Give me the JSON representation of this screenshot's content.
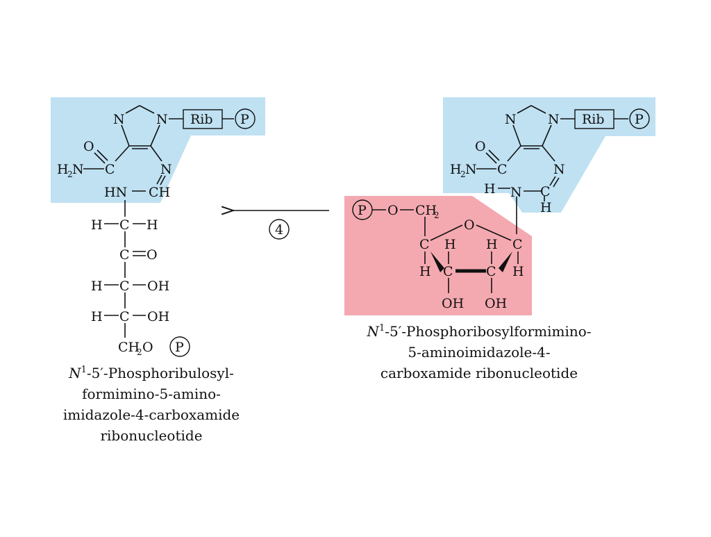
{
  "colors": {
    "imidazole_highlight": "#bfe1f2",
    "ribose_highlight": "#f4a9b0",
    "ink": "#111111"
  },
  "reaction": {
    "step_label": "4"
  },
  "left": {
    "ring": {
      "n3": "N",
      "n1": "N",
      "rib": "Rib",
      "p": "P"
    },
    "amide": {
      "o": "O",
      "h2n_h": "H",
      "h2n_sub": "2",
      "h2n_n": "N",
      "c": "C"
    },
    "imine": {
      "n": "N",
      "hn": "HN",
      "ch": "CH"
    },
    "chain": {
      "c1_left": "H",
      "c1_right": "H",
      "c1": "C",
      "c2": "C",
      "c2_o": "O",
      "c3_left": "H",
      "c3": "C",
      "c3_right": "OH",
      "c4_left": "H",
      "c4": "C",
      "c4_right": "OH",
      "c5_ch": "CH",
      "c5_sub": "2",
      "c5_o": "O",
      "c5_p": "P"
    },
    "caption": {
      "italic_n": "N",
      "sup": "1",
      "line1_rest": "-5′-Phosphoribulosyl-",
      "line2": "formimino-5-amino-",
      "line3": "imidazole-4-carboxamide",
      "line4": "ribonucleotide"
    }
  },
  "right": {
    "ring": {
      "n3": "N",
      "n1": "N",
      "rib": "Rib",
      "p": "P"
    },
    "amide": {
      "o": "O",
      "h2n_h": "H",
      "h2n_sub": "2",
      "h2n_n": "N",
      "c": "C"
    },
    "imine": {
      "n": "N",
      "h": "H",
      "hn_h": "H",
      "hn_n": "N",
      "c": "C"
    },
    "ribose": {
      "p": "P",
      "o": "O",
      "ch": "CH",
      "ch_sub": "2",
      "ring_o": "O",
      "c4": "C",
      "c4_h": "H",
      "c3": "C",
      "c3_h": "H",
      "c3_oh": "OH",
      "c2": "C",
      "c2_h": "H",
      "c2_oh": "OH",
      "c1": "C",
      "c1_h": "H"
    },
    "caption": {
      "italic_n": "N",
      "sup": "1",
      "line1_rest": "-5′-Phosphoribosylformimino-",
      "line2": "5-aminoimidazole-4-",
      "line3": "carboxamide ribonucleotide"
    }
  }
}
